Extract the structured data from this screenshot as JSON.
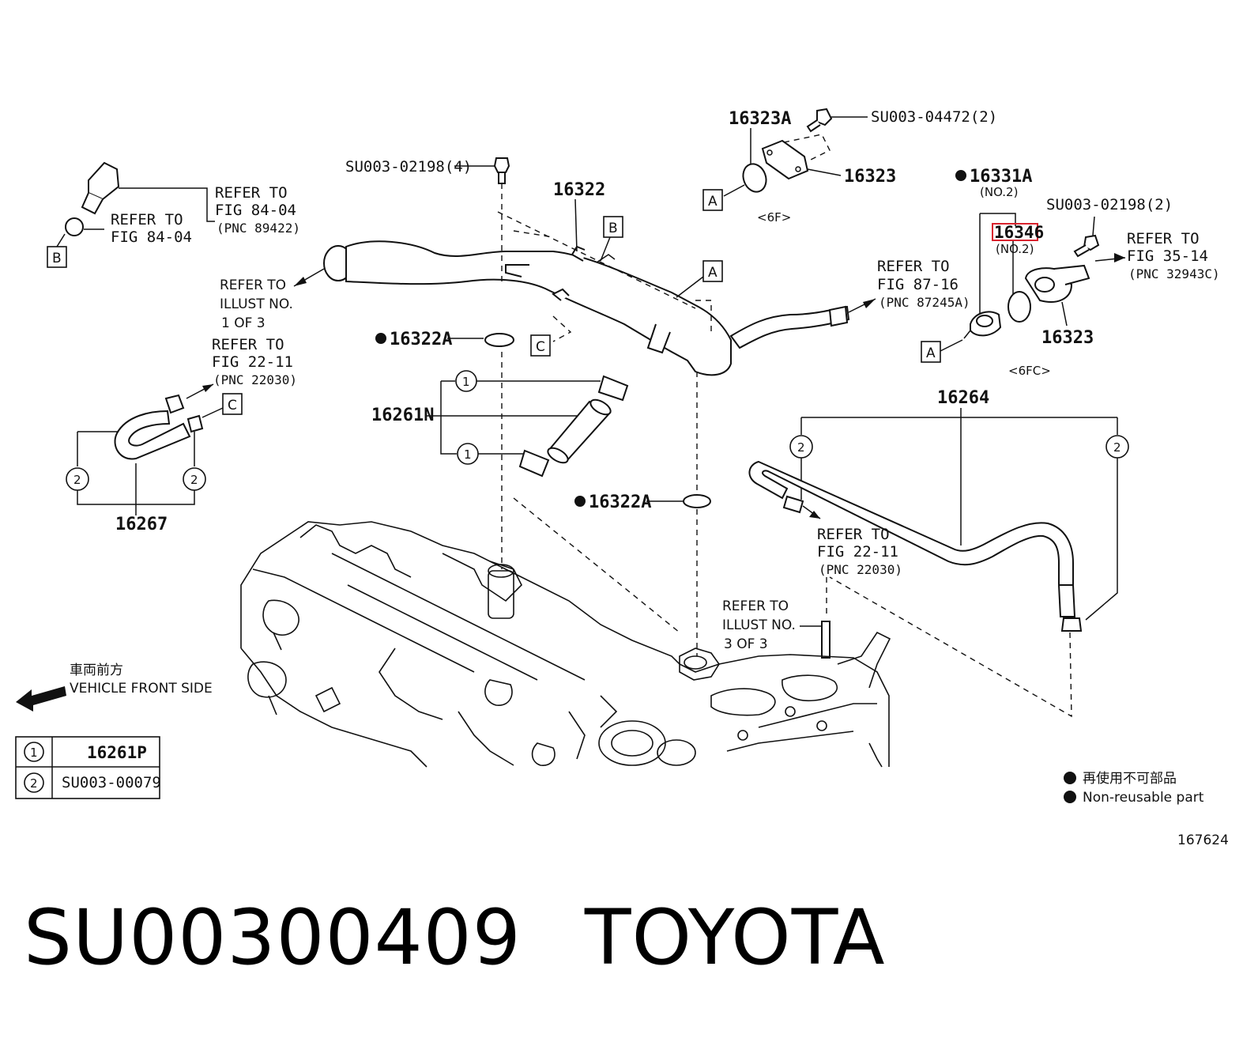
{
  "labels": {
    "l16323A": "16323A",
    "su04472": "SU003-04472(2)",
    "l16323_top": "16323",
    "su02198_4": "SU003-02198(4)",
    "l16322": "16322",
    "f6f": "<6F>",
    "l16331A": "16331A",
    "no2a": "(NO.2)",
    "su02198_2": "SU003-02198(2)",
    "l16346": "16346",
    "no2b": "(NO.2)",
    "ref84a": "REFER TO",
    "fig84a": "FIG 84-04",
    "pnc89422": "(PNC 89422)",
    "ref84b": "REFER TO",
    "fig84b": "FIG 84-04",
    "ref_ill1": "REFER TO",
    "ill1": "ILLUST NO.",
    "of1": "1 OF 3",
    "ref87": "REFER TO",
    "fig87": "FIG 87-16",
    "pnc87245": "(PNC 87245A)",
    "ref35": "REFER TO",
    "fig35": "FIG 35-14",
    "pnc32943": "(PNC 32943C)",
    "l16323_right": "16323",
    "f6fc": "<6FC>",
    "l16322A_1": "16322A",
    "ref22a": "REFER TO",
    "fig22a": "FIG 22-11",
    "pnc22030a": "(PNC 22030)",
    "l16261N": "16261N",
    "l16264": "16264",
    "l16267": "16267",
    "l16322A_2": "16322A",
    "ref22b": "REFER TO",
    "fig22b": "FIG 22-11",
    "pnc22030b": "(PNC 22030)",
    "ref_ill3": "REFER TO",
    "ill3": "ILLUST NO.",
    "of3": "3 OF 3",
    "front_jp": "車両前方",
    "front_en": "VEHICLE FRONT SIDE",
    "legend_jp": "再使用不可部品",
    "legend_en": "Non-reusable part",
    "fig_no": "167624"
  },
  "callouts": {
    "A": "A",
    "B": "B",
    "C": "C",
    "one": "1",
    "two": "2"
  },
  "key_table": [
    {
      "num": "1",
      "part": "16261P"
    },
    {
      "num": "2",
      "part": "SU003-00079"
    }
  ],
  "title": {
    "part_number": "SU00300409",
    "brand": "TOYOTA"
  },
  "highlight_color": "#d9232e"
}
